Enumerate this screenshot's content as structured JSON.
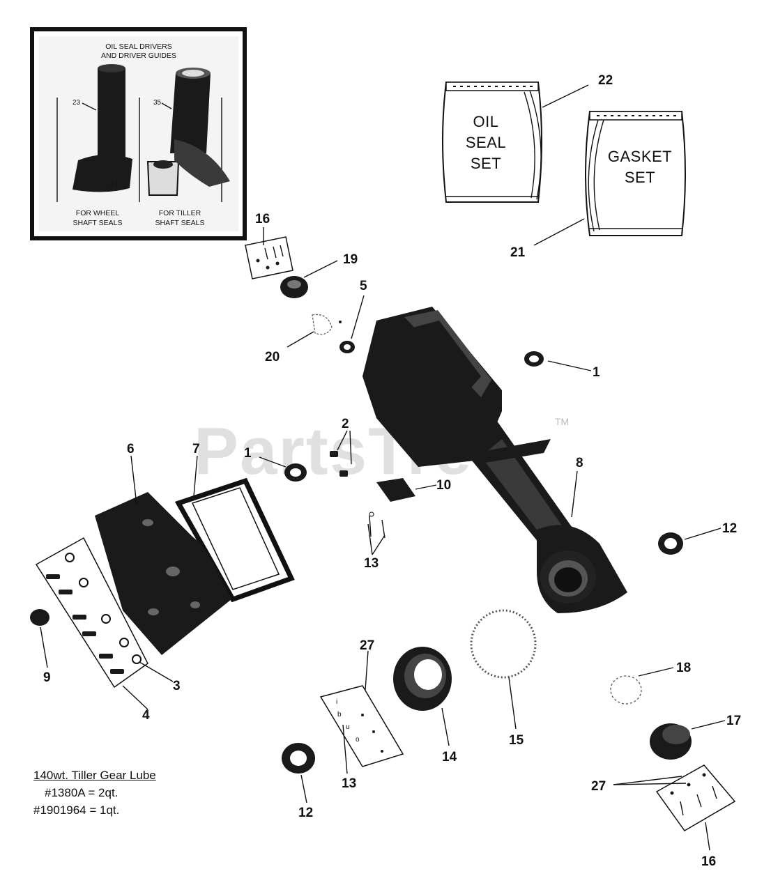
{
  "watermark": {
    "text": "PartsTree",
    "tm": "TM"
  },
  "inset": {
    "title_line_1": "OIL SEAL DRIVERS",
    "title_line_2": "AND DRIVER GUIDES",
    "left_caption_1": "FOR WHEEL",
    "left_caption_2": "SHAFT SEALS",
    "right_caption_1": "FOR TILLER",
    "right_caption_2": "SHAFT SEALS",
    "num_23": "23",
    "num_24": "24",
    "num_35": "35"
  },
  "oil_seal_set": {
    "line_1": "OIL",
    "line_2": "SEAL",
    "line_3": "SET"
  },
  "gasket_set": {
    "line_1": "GASKET",
    "line_2": "SET"
  },
  "callouts": {
    "c1a": "1",
    "c1b": "1",
    "c2": "2",
    "c3": "3",
    "c4": "4",
    "c5": "5",
    "c6": "6",
    "c7": "7",
    "c8": "8",
    "c9": "9",
    "c10": "10",
    "c12a": "12",
    "c12b": "12",
    "c13a": "13",
    "c13b": "13",
    "c14": "14",
    "c15": "15",
    "c16a": "16",
    "c16b": "16",
    "c17": "17",
    "c18": "18",
    "c19": "19",
    "c20": "20",
    "c21": "21",
    "c22": "22",
    "c27a": "27",
    "c27b": "27"
  },
  "lube_note": {
    "title": "140wt. Tiller Gear Lube",
    "line_1": "#1380A = 2qt.",
    "line_2": "#1901964 = 1qt."
  }
}
